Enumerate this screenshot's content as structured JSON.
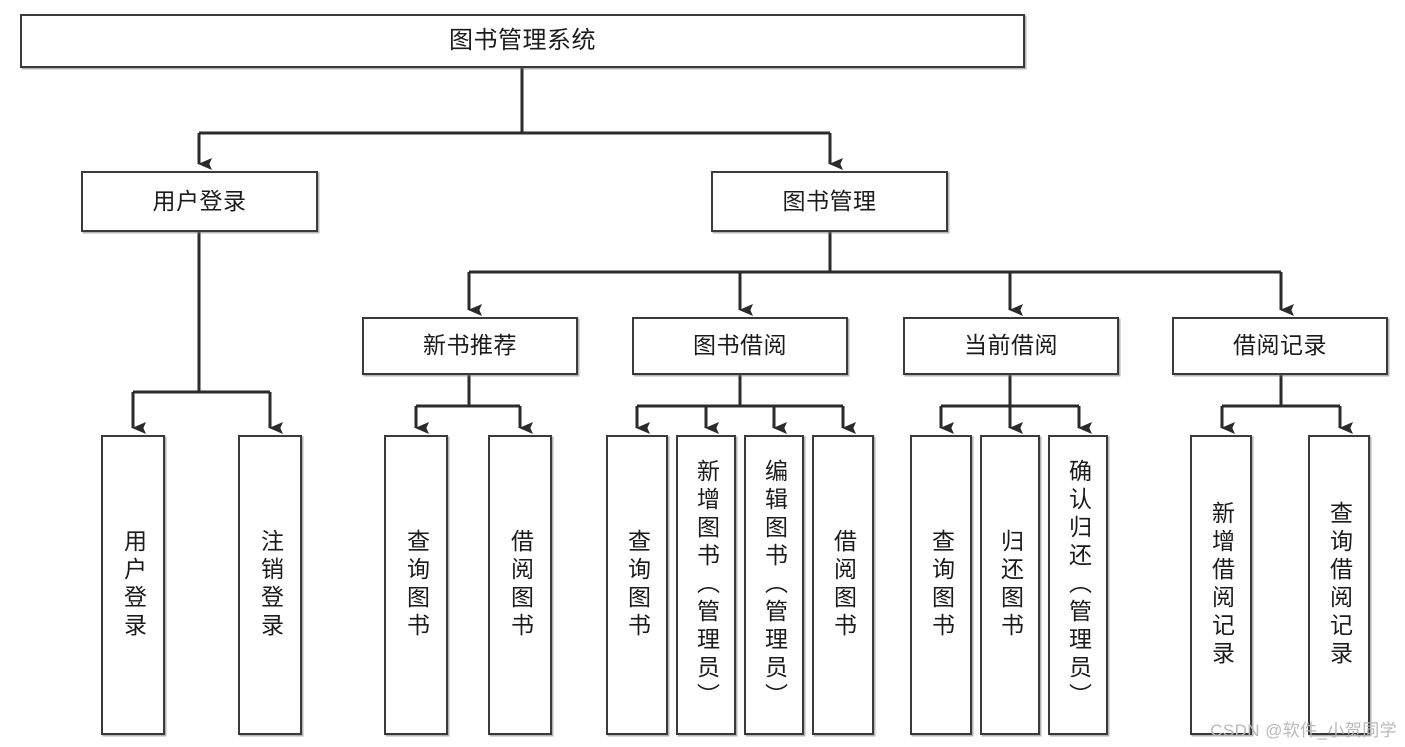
{
  "diagram": {
    "title": "图书管理系统",
    "type": "tree",
    "colors": {
      "node_border": "#3a3a3a",
      "node_fill": "#ffffff",
      "wire": "#2b2b2b",
      "text": "#1b1b1b",
      "watermark": "#b9b9b9"
    },
    "root": {
      "id": "root",
      "label": "图书管理系统",
      "orientation": "horizontal"
    },
    "level2": [
      {
        "id": "user-login",
        "label": "用户登录",
        "orientation": "horizontal"
      },
      {
        "id": "book-manage",
        "label": "图书管理",
        "orientation": "horizontal"
      }
    ],
    "level3": [
      {
        "id": "new-book-rec",
        "label": "新书推荐",
        "orientation": "horizontal"
      },
      {
        "id": "book-borrow",
        "label": "图书借阅",
        "orientation": "horizontal"
      },
      {
        "id": "current-borrow",
        "label": "当前借阅",
        "orientation": "horizontal"
      },
      {
        "id": "borrow-record",
        "label": "借阅记录",
        "orientation": "horizontal"
      }
    ],
    "leaves": [
      {
        "id": "leaf-user-login",
        "label": "用户登录",
        "parent": "user-login",
        "orientation": "vertical"
      },
      {
        "id": "leaf-logout",
        "label": "注销登录",
        "parent": "user-login",
        "orientation": "vertical"
      },
      {
        "id": "leaf-query-book-1",
        "label": "查询图书",
        "parent": "new-book-rec",
        "orientation": "vertical"
      },
      {
        "id": "leaf-borrow-book-1",
        "label": "借阅图书",
        "parent": "new-book-rec",
        "orientation": "vertical"
      },
      {
        "id": "leaf-query-book-2",
        "label": "查询图书",
        "parent": "book-borrow",
        "orientation": "vertical"
      },
      {
        "id": "leaf-add-book",
        "label": "新增图书（管理员）",
        "parent": "book-borrow",
        "orientation": "vertical"
      },
      {
        "id": "leaf-edit-book",
        "label": "编辑图书（管理员）",
        "parent": "book-borrow",
        "orientation": "vertical"
      },
      {
        "id": "leaf-borrow-book-2",
        "label": "借阅图书",
        "parent": "book-borrow",
        "orientation": "vertical"
      },
      {
        "id": "leaf-query-book-3",
        "label": "查询图书",
        "parent": "current-borrow",
        "orientation": "vertical"
      },
      {
        "id": "leaf-return-book",
        "label": "归还图书",
        "parent": "current-borrow",
        "orientation": "vertical"
      },
      {
        "id": "leaf-confirm-return",
        "label": "确认归还（管理员）",
        "parent": "current-borrow",
        "orientation": "vertical"
      },
      {
        "id": "leaf-add-record",
        "label": "新增借阅记录",
        "parent": "borrow-record",
        "orientation": "vertical"
      },
      {
        "id": "leaf-query-record",
        "label": "查询借阅记录",
        "parent": "borrow-record",
        "orientation": "vertical"
      }
    ],
    "watermark": "CSDN @软件_小贺同学"
  }
}
